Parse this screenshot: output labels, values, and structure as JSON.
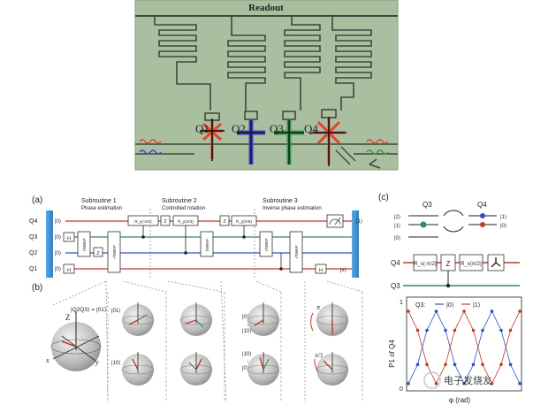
{
  "chip": {
    "readout_label": "Readout",
    "qubits": [
      {
        "label": "Q1",
        "color": "#e8412f"
      },
      {
        "label": "Q2",
        "color": "#3a46c9"
      },
      {
        "label": "Q3",
        "color": "#2f9a4a"
      },
      {
        "label": "Q4",
        "color": "#e8412f"
      }
    ],
    "substrate_color": "#a9bfa0",
    "resonator_color": "#3b4a3a"
  },
  "panel_a": {
    "tag": "(a)",
    "subroutines": [
      {
        "title": "Subroutine 1",
        "subtitle": "Phase estimation"
      },
      {
        "title": "Subroutine 2",
        "subtitle": "Controlled rotation"
      },
      {
        "title": "Subroutine 3",
        "subtitle": "Inverse phase estimation"
      }
    ],
    "wires": [
      {
        "label": "Q4",
        "init": "|0⟩",
        "color": "#c0392b"
      },
      {
        "label": "Q3",
        "init": "|0⟩",
        "color": "#2e8b57"
      },
      {
        "label": "Q2",
        "init": "|0⟩",
        "color": "#2a52be"
      },
      {
        "label": "Q1",
        "init": "|0⟩",
        "color": "#c0392b"
      }
    ],
    "gates": [
      "H",
      "H",
      "√SWAP",
      "√SWAP",
      "Z",
      "R_y(-π/2)",
      "Z",
      "R_y(π/3)",
      "iSWAP",
      "Z",
      "R_y(π/6)",
      "√SWAP",
      "√SWAP",
      "H"
    ],
    "outputs": {
      "top": "|1⟩",
      "bottom": "|x⟩"
    }
  },
  "panel_b": {
    "tag": "(b)",
    "state_label": "|Q2Q3⟩ = |01⟩",
    "row_labels": [
      "|01⟩",
      "|10⟩"
    ],
    "swap_labels": [
      "|01⟩",
      "|10⟩",
      "|10⟩",
      "|01⟩"
    ],
    "axes": {
      "z": "Z",
      "x": "x",
      "y": "y"
    },
    "rotation_labels": [
      "π",
      "π/3"
    ]
  },
  "panel_c": {
    "tag": "(c)",
    "q3_label": "Q3",
    "q4_label": "Q4",
    "levels_left": [
      "|2⟩",
      "|1⟩",
      "|0⟩"
    ],
    "levels_right": [
      "|1⟩",
      "|0⟩"
    ],
    "gates": [
      "R_x(-π/2)",
      "Z",
      "R_x(π/2)"
    ],
    "plot": {
      "legend_prefix": "Q3:",
      "legend_items": [
        {
          "label": "|0⟩",
          "color": "#2a52be"
        },
        {
          "label": "|1⟩",
          "color": "#c0392b"
        }
      ],
      "ylabel": "P1 of Q4",
      "yticks": [
        "1",
        "0"
      ],
      "xlabel": "φ (rad)"
    }
  },
  "chart_data": {
    "type": "line",
    "xlabel": "φ (rad)",
    "ylabel": "P1 of Q4",
    "ylim": [
      0,
      1
    ],
    "series": [
      {
        "name": "|0⟩",
        "color": "#2a52be",
        "points": [
          [
            0,
            0.05
          ],
          [
            0.5,
            0.3
          ],
          [
            1,
            0.75
          ],
          [
            1.5,
            1.0
          ],
          [
            2,
            0.75
          ],
          [
            2.5,
            0.3
          ],
          [
            3,
            0.05
          ],
          [
            3.5,
            0.3
          ],
          [
            4,
            0.75
          ],
          [
            4.5,
            1.0
          ],
          [
            5,
            0.75
          ],
          [
            5.5,
            0.3
          ],
          [
            6,
            0.05
          ]
        ]
      },
      {
        "name": "|1⟩",
        "color": "#c0392b",
        "points": [
          [
            0,
            1.0
          ],
          [
            0.5,
            0.75
          ],
          [
            1,
            0.3
          ],
          [
            1.5,
            0.05
          ],
          [
            2,
            0.3
          ],
          [
            2.5,
            0.75
          ],
          [
            3,
            1.0
          ],
          [
            3.5,
            0.75
          ],
          [
            4,
            0.3
          ],
          [
            4.5,
            0.05
          ],
          [
            5,
            0.3
          ],
          [
            5.5,
            0.75
          ],
          [
            6,
            1.0
          ]
        ]
      }
    ]
  },
  "watermark": "电子发烧友"
}
